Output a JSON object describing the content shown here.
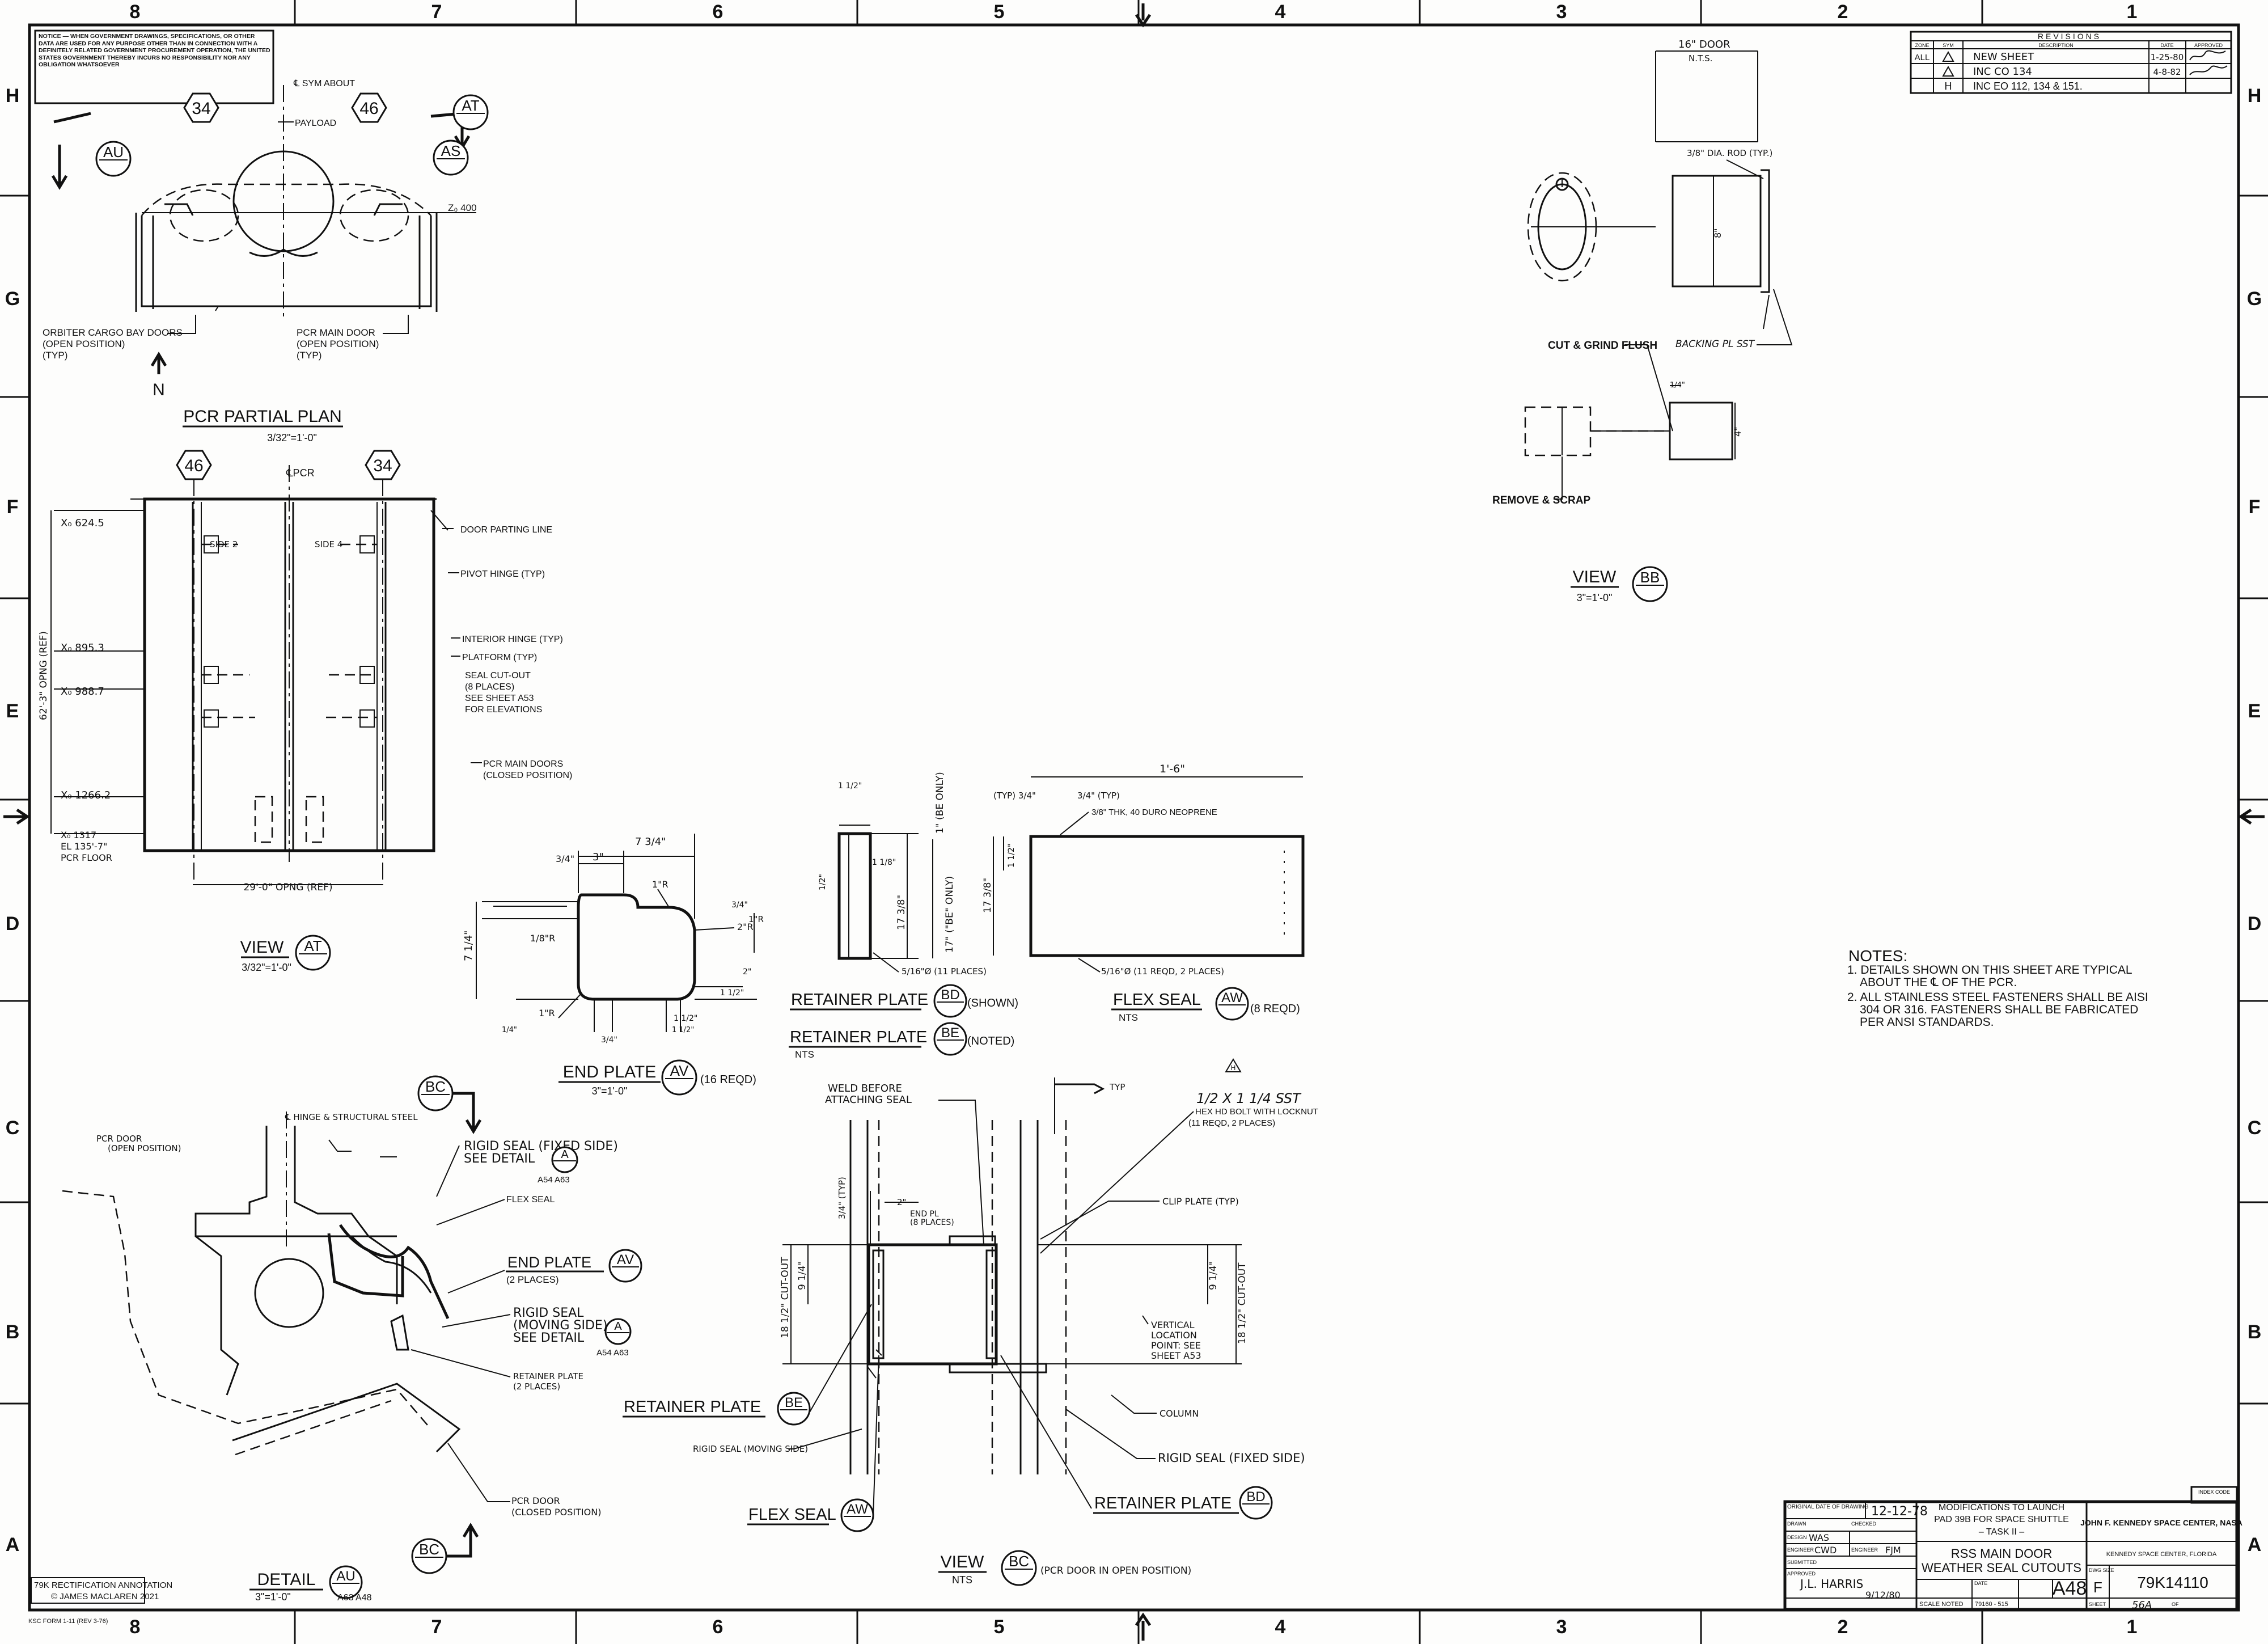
{
  "border": {
    "col_labels": [
      "8",
      "7",
      "6",
      "5",
      "4",
      "3",
      "2",
      "1"
    ],
    "row_labels": [
      "H",
      "G",
      "F",
      "E",
      "D",
      "C",
      "B",
      "A"
    ]
  },
  "notice": "NOTICE — WHEN GOVERNMENT DRAWINGS, SPECIFICATIONS, OR OTHER DATA ARE USED FOR ANY PURPOSE OTHER THAN IN CONNECTION WITH A DEFINITELY RELATED GOVERNMENT PROCUREMENT OPERATION, THE UNITED STATES GOVERNMENT THEREBY INCURS NO RESPONSIBILITY NOR ANY OBLIGATION WHATSOEVER",
  "revisions": {
    "title": "REVISIONS",
    "headers": [
      "ZONE",
      "SYM",
      "DESCRIPTION",
      "DATE",
      "APPROVED"
    ],
    "rows": [
      {
        "zone": "ALL",
        "sym": "",
        "desc": "NEW SHEET",
        "date": "1-25-80",
        "appr": ""
      },
      {
        "zone": "",
        "sym": "",
        "desc": "INC CO 134",
        "date": "4-8-82",
        "appr": ""
      },
      {
        "zone": "",
        "sym": "H",
        "desc": "INC EO 112, 134 & 151.",
        "date": "",
        "appr": ""
      }
    ]
  },
  "partial_plan": {
    "callouts": [
      "34",
      "46",
      "AT",
      "AU",
      "AS"
    ],
    "sym": "℄ SYM ABOUT",
    "payload": "PAYLOAD",
    "z": "Z₀ 400",
    "bay_doors": [
      "ORBITER CARGO BAY DOORS",
      "(OPEN POSITION)",
      "(TYP)"
    ],
    "main_door": [
      "PCR MAIN DOOR",
      "(OPEN POSITION)",
      "(TYP)"
    ],
    "north": "N",
    "title": "PCR PARTIAL PLAN",
    "scale": "3/32\"=1'-0\""
  },
  "view_at": {
    "callouts": [
      "46",
      "34"
    ],
    "cl": "℄PCR",
    "x_labels": [
      "X₀ 624.5",
      "X₀ 895.3",
      "X₀ 988.7",
      "X₀ 1266.2",
      "X₀ 1317",
      "EL 135'-7\"",
      "PCR FLOOR"
    ],
    "side_labels": [
      "SIDE 2",
      "SIDE 4"
    ],
    "notes": [
      "DOOR PARTING LINE",
      "PIVOT HINGE (TYP)",
      "INTERIOR HINGE (TYP)",
      "PLATFORM (TYP)",
      "SEAL CUT-OUT",
      "(8 PLACES)",
      "SEE SHEET A53",
      "FOR ELEVATIONS",
      "PCR MAIN DOORS",
      "(CLOSED POSITION)"
    ],
    "height_dim": "62'-3\" OPNG (REF)",
    "width_dim": "29'-0\" OPNG (REF)",
    "title": "VIEW",
    "bubble": "AT",
    "scale": "3/32\"=1'-0\""
  },
  "end_plate": {
    "dims": [
      "7 3/4\"",
      "3\"",
      "3/4\"",
      "1\"R",
      "2\"R",
      "1\"R",
      "3/4\"",
      "1/8\"R",
      "7 1/4\"",
      "1 1/2\"",
      "2\"",
      "1 1/2\"",
      "3/4\"",
      "1\"R",
      "1/4\"",
      "1 1/2\""
    ],
    "title": "END PLATE",
    "bubble": "AV",
    "qty": "(16 REQD)",
    "scale": "3\"=1'-0\""
  },
  "retainer": {
    "dims": [
      "1 1/2\"",
      "1 1/8\"",
      "1\" (BE ONLY)",
      "17 3/8\"",
      "17\" (\"BE\" ONLY)",
      "1/2\"",
      "5/16\"Ø (11 PLACES)"
    ],
    "title1": "RETAINER PLATE",
    "bubble1": "BD",
    "note1": "(SHOWN)",
    "title2": "RETAINER PLATE",
    "bubble2": "BE",
    "note2": "(NOTED)",
    "scale": "NTS"
  },
  "flex_seal": {
    "dims": [
      "1'-6\"",
      "(TYP) 3/4\"",
      "3/4\" (TYP)",
      "3/8\" THK, 40 DURO NEOPRENE",
      "1 1/2\"",
      "17 3/8\"",
      "5/16\"Ø (11 REQD, 2 PLACES)"
    ],
    "title": "FLEX SEAL",
    "bubble": "AW",
    "qty": "(8 REQD)",
    "scale": "NTS"
  },
  "view_bb": {
    "dims": [
      "16\" DOOR",
      "N.T.S.",
      "3/8\" DIA. ROD (TYP.)",
      "8\"",
      "1/4\"",
      "4\""
    ],
    "notes": [
      "CUT & GRIND FLUSH",
      "BACKING PL SST",
      "REMOVE & SCRAP"
    ],
    "title": "VIEW",
    "bubble": "BB",
    "scale": "3\"=1'-0\""
  },
  "notes": {
    "heading": "NOTES:",
    "items": [
      "1. DETAILS SHOWN ON THIS SHEET ARE TYPICAL ABOUT THE ℄ OF THE PCR.",
      "2. ALL STAINLESS STEEL FASTENERS SHALL BE AISI 304 OR 316. FASTENERS SHALL BE FABRICATED PER ANSI STANDARDS."
    ]
  },
  "detail_au": {
    "bubble_top": "BC",
    "labels": [
      "PCR DOOR",
      "(OPEN POSITION)",
      "℄ HINGE & STRUCTURAL STEEL",
      "RIGID SEAL (FIXED SIDE)",
      "SEE DETAIL",
      "A",
      "A54 A63",
      "FLEX SEAL",
      "END PLATE",
      "(2 PLACES)",
      "RIGID SEAL",
      "(MOVING SIDE)",
      "SEE DETAIL",
      "A54 A63",
      "RETAINER PLATE",
      "(2 PLACES)",
      "PCR DOOR",
      "(CLOSED POSITION)"
    ],
    "av_bubble": "AV",
    "a_bubble": "A",
    "bubble_bottom": "BC",
    "title": "DETAIL",
    "bubble": "AU",
    "scale": "3\"=1'-0\"",
    "refs": "A63 A48"
  },
  "view_bc": {
    "labels": [
      "WELD BEFORE",
      "ATTACHING SEAL",
      "TYP",
      "1/2 X 1 1/4 SST",
      "HEX HD BOLT WITH LOCKNUT",
      "(11 REQD, 2 PLACES)",
      "CLIP PLATE (TYP)",
      "END PL",
      "(8 PLACES)",
      "2\"",
      "3/4\" (TYP)",
      "9 1/4\"",
      "18 1/2\" CUT-OUT",
      "9 1/4\"",
      "18 1/2\" CUT-OUT",
      "VERTICAL",
      "LOCATION",
      "POINT: SEE",
      "SHEET A53",
      "COLUMN",
      "RIGID SEAL (FIXED SIDE)",
      "RIGID SEAL (MOVING SIDE)"
    ],
    "rev_sym": "H",
    "retainer_be": "RETAINER PLATE",
    "be": "BE",
    "flex": "FLEX SEAL",
    "aw": "AW",
    "retainer_bd": "RETAINER PLATE",
    "bd": "BD",
    "title": "VIEW",
    "bubble": "BC",
    "scale": "NTS",
    "note": "(PCR DOOR IN OPEN POSITION)"
  },
  "title_block": {
    "original_date_label": "ORIGINAL DATE OF DRAWING",
    "original_date": "12-12-78",
    "drawn_label": "DRAWN",
    "drawn": "",
    "checked_label": "CHECKED",
    "checked": "",
    "design_label": "DESIGN",
    "design": "WAS",
    "engineer_label": "ENGINEER",
    "engineer": "CWD",
    "engineer2_label": "ENGINEER",
    "engineer2": "FJM",
    "submitted_label": "SUBMITTED",
    "approved_label": "APPROVED",
    "approved": "J.L. HARRIS",
    "approved_date": "9/12/80",
    "project": [
      "MODIFICATIONS TO LAUNCH",
      "PAD 39B FOR SPACE SHUTTLE",
      "– TASK II –"
    ],
    "title": [
      "RSS MAIN DOOR",
      "WEATHER SEAL CUTOUTS"
    ],
    "agency": "JOHN F. KENNEDY SPACE CENTER, NASA",
    "location": "KENNEDY SPACE CENTER, FLORIDA",
    "date_label": "DATE",
    "sheet_no": "A48",
    "scale": "SCALE NOTED",
    "number_small": "79160 - 515",
    "dwg_size_label": "DWG SIZE",
    "dwg_size": "F",
    "dwg_no": "79K14110",
    "sheet_label": "SHEET",
    "sheet": "56A",
    "of_label": "OF",
    "code_label": "INDEX CODE"
  },
  "footer": {
    "annotation": "79K RECTIFICATION ANNOTATION",
    "copyright": "© JAMES MACLAREN 2021",
    "form": "KSC FORM 1-11 (REV 3-76)"
  }
}
